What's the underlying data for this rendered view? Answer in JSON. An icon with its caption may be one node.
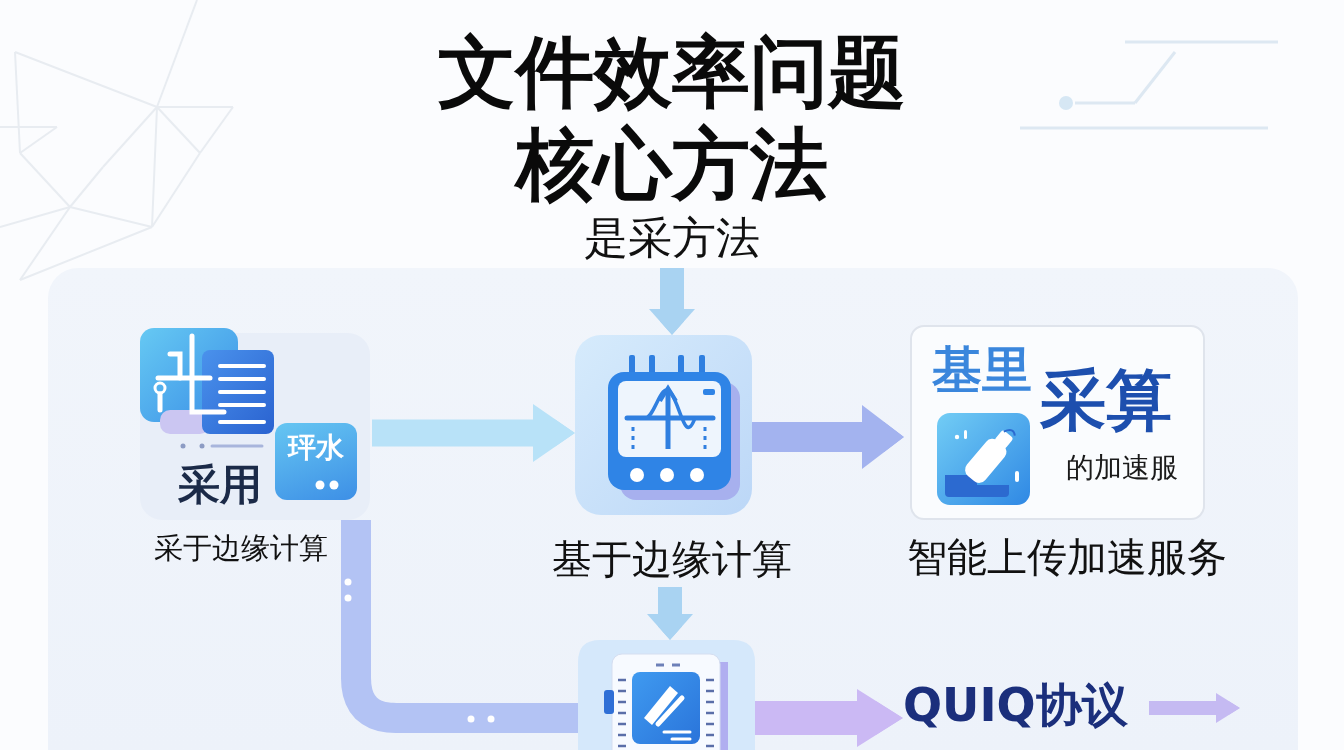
{
  "diagram": {
    "title": "文件效率问题核心方法",
    "nodes": [
      {
        "text": [
          "是采方法"
        ]
      },
      {
        "text": [
          "采用",
          "采于边缘计算"
        ]
      },
      {
        "text": [
          "玶水"
        ],
        "in": 1
      },
      {
        "text": [
          "基于边缘计算"
        ]
      },
      {
        "text": [
          "基里",
          "采算",
          "的加速服",
          "智能上传加速服务"
        ]
      },
      {
        "text": [],
        "shape": "box"
      },
      {
        "text": [
          "QUIQ协议"
        ]
      }
    ],
    "edges": [
      {
        "from": 0,
        "to": 3,
        "arrow": "to",
        "color": "#a9d3f2"
      },
      {
        "from": 1,
        "to": 3,
        "arrow": "to",
        "color": "#b8e2f8"
      },
      {
        "from": 3,
        "to": 4,
        "arrow": "to",
        "color": "#a3b3ef"
      },
      {
        "from": 3,
        "to": 5,
        "arrow": "to",
        "color": "#a9d3f2"
      },
      {
        "from": 1,
        "to": 5,
        "arrow": "none",
        "color": "#b3c3f4"
      },
      {
        "from": 5,
        "to": 6,
        "arrow": "to",
        "color": "#cbb9f4"
      },
      {
        "from": 6,
        "to": null,
        "arrow": "to",
        "color": "#c5baf2"
      }
    ]
  }
}
